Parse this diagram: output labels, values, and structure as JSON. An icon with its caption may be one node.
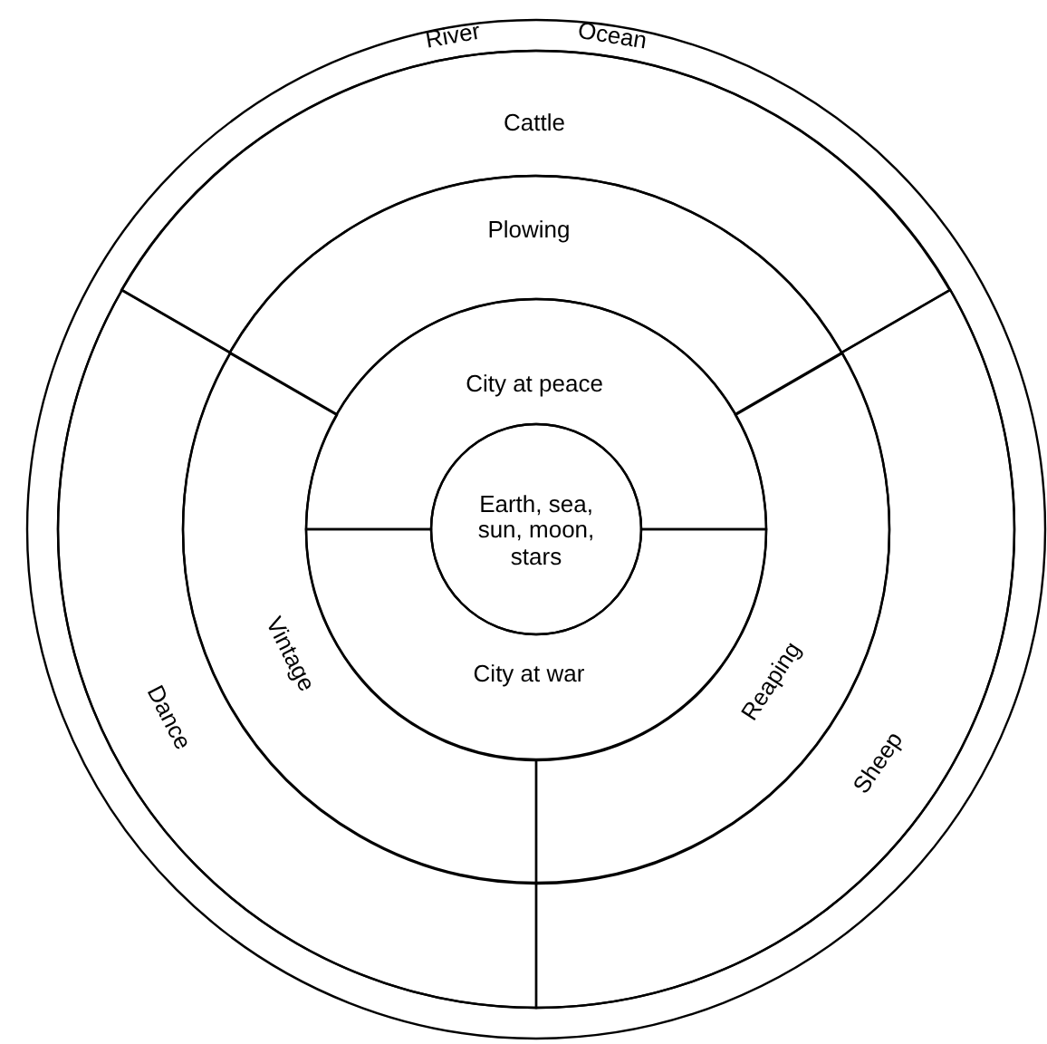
{
  "diagram": {
    "nodes": [
      {
        "text": [
          "River",
          "Ocean"
        ]
      },
      {
        "text": [
          "Cattle"
        ],
        "in": 0
      },
      {
        "text": [
          "Dance"
        ],
        "in": 0
      },
      {
        "text": [
          "Sheep"
        ],
        "in": 0
      },
      {
        "text": [
          "Plowing"
        ],
        "in": 0
      },
      {
        "text": [
          "Vintage"
        ],
        "in": 0
      },
      {
        "text": [
          "Reaping"
        ],
        "in": 0
      },
      {
        "text": [
          "City at peace"
        ],
        "in": 0
      },
      {
        "text": [
          "City at war"
        ],
        "in": 0
      },
      {
        "text": [
          "Earth, sea, sun, moon, stars"
        ],
        "in": 0
      }
    ]
  }
}
